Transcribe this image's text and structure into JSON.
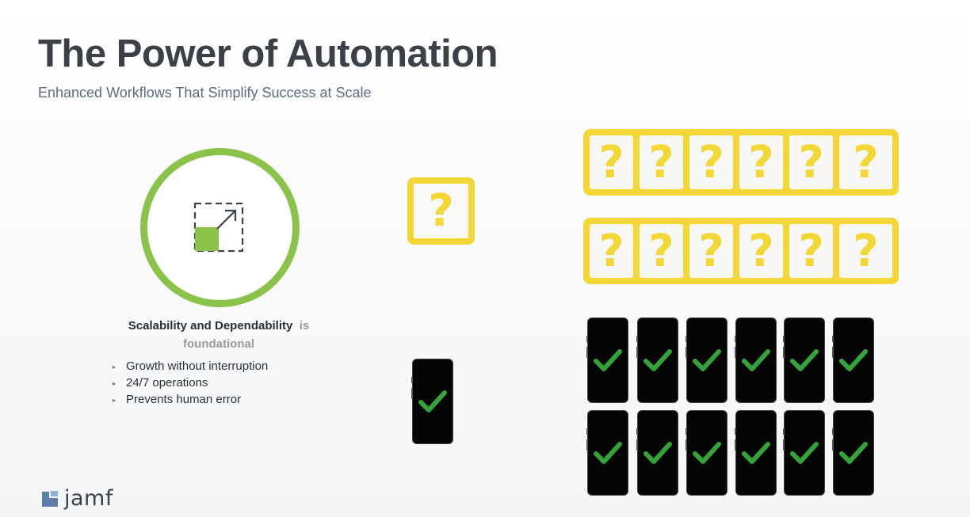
{
  "slide": {
    "title": "The Power of Automation",
    "subtitle": "Enhanced Workflows That Simplify Success at Scale"
  },
  "feature": {
    "bold_label": "Scalability and Dependability",
    "connector": "is",
    "tail": "foundational",
    "bullets": [
      "Growth without interruption",
      "24/7 operations",
      "Prevents human error"
    ]
  },
  "unknown_glyph": "?",
  "colors": {
    "accent_green": "#8bc34a",
    "check_green": "#34a33a",
    "question_yellow": "#f3d736",
    "title_gray": "#3b4049",
    "subtitle_blue": "#5d6b82",
    "logo_blue": "#5b7fa6"
  },
  "icons": {
    "feature": "scale-up-icon",
    "unknown": "question-mark-icon",
    "device": "phone-icon",
    "status": "checkmark-icon"
  },
  "brand": {
    "logo_text": "jamf"
  }
}
